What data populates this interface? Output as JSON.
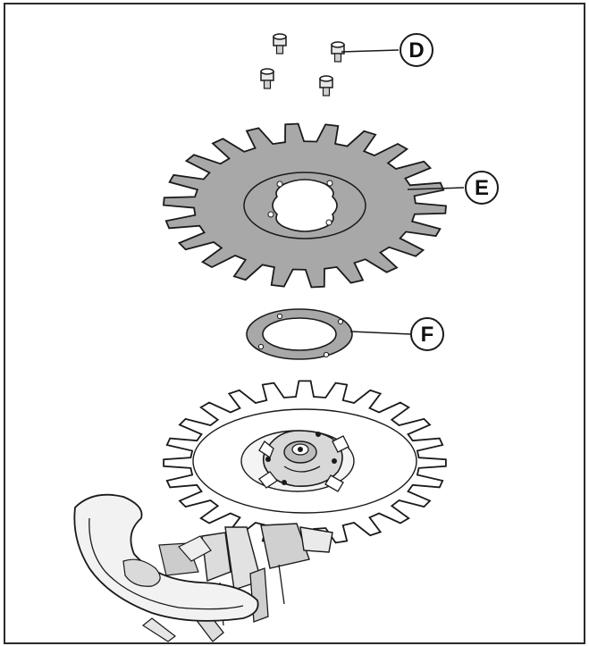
{
  "callouts": {
    "d": "D",
    "e": "E",
    "f": "F"
  },
  "colors": {
    "frame": "#2a2a2a",
    "plate_fill": "#a8a8a8",
    "line": "#1a1a1a",
    "background": "#ffffff"
  },
  "parts": [
    "bolt-icon",
    "cutting-disc-icon",
    "gasket-ring-icon",
    "lower-blade-disc-icon",
    "hub-icon",
    "blade-guard-icon"
  ]
}
